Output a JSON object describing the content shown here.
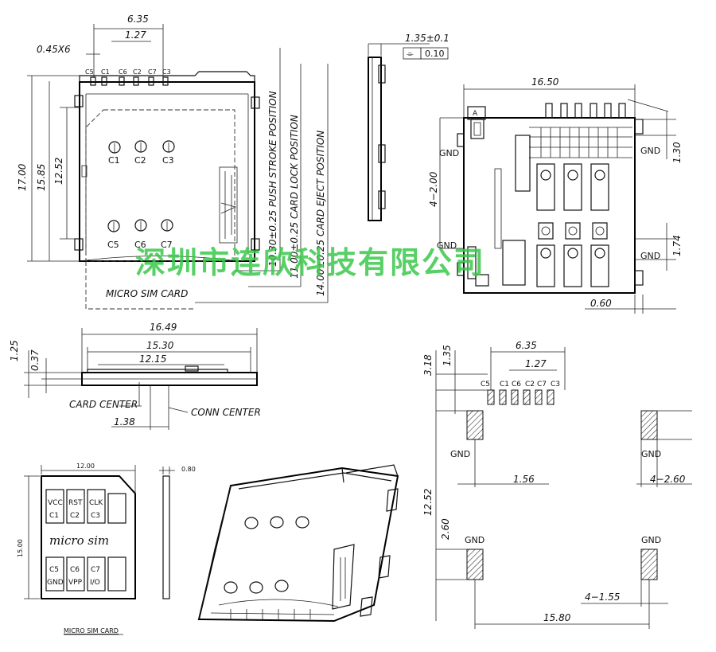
{
  "dims": {
    "d635_top": "6.35",
    "d127_top": "1.27",
    "d045x6": "0.45X6",
    "d1700": "17.00",
    "d1585": "15.85",
    "d1252_left": "12.52",
    "d1649": "16.49",
    "d1530": "15.30",
    "d1215": "12.15",
    "d125": "1.25",
    "d037": "0.37",
    "d138": "1.38",
    "d135_tol": "1.35±0.1",
    "d010": "0.10",
    "d1650": "16.50",
    "d4x200": "4−2.00",
    "d130": "1.30",
    "d174": "1.74",
    "d060": "0.60",
    "fp_318": "3.18",
    "fp_135": "1.35",
    "fp_635": "6.35",
    "fp_127": "1.27",
    "fp_1252": "12.52",
    "fp_156": "1.56",
    "fp_4x260": "4−2.60",
    "fp_260": "2.60",
    "fp_4x155": "4−1.55",
    "fp_1580": "15.80",
    "card_1200": "12.00",
    "card_080": "0.80",
    "card_1500": "15.00"
  },
  "labels": {
    "push_stroke": "10.30±0.25 PUSH STROKE POSITION",
    "card_lock": "11.00±0.25 CARD LOCK POSITION",
    "card_eject": "14.00±0.25 CARD EJECT POSITION",
    "micro_sim_card": "MICRO SIM CARD",
    "card_center": "CARD CENTER",
    "conn_center": "CONN CENTER",
    "gnd": "GND",
    "micro_sim_text": "micro sim",
    "micro_sim_caption": "MICRO SIM CARD",
    "flatness_symbol": "⌯",
    "pin_a": "A"
  },
  "pins_top": [
    "C5",
    "C1",
    "C6",
    "C2",
    "C7",
    "C3"
  ],
  "contacts_upper": [
    "C1",
    "C2",
    "C3"
  ],
  "contacts_lower": [
    "C5",
    "C6",
    "C7"
  ],
  "card_contacts": [
    {
      "name": "VCC",
      "pin": "C1"
    },
    {
      "name": "RST",
      "pin": "C2"
    },
    {
      "name": "CLK",
      "pin": "C3"
    },
    {
      "name": "GND",
      "pin": "C5"
    },
    {
      "name": "VPP",
      "pin": "C6"
    },
    {
      "name": "I/O",
      "pin": "C7"
    }
  ],
  "watermark": "深圳市连欣科技有限公司"
}
